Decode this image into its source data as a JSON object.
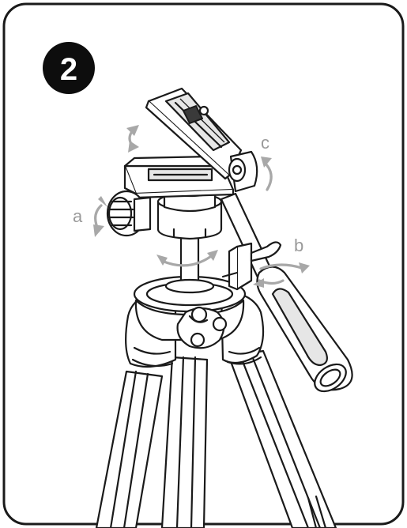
{
  "step": {
    "number": "2"
  },
  "callouts": {
    "a": "a",
    "b": "b",
    "c": "c"
  },
  "colors": {
    "frame": "#1a1a1a",
    "badge": "#0d0d0d",
    "arrow": "#a8a8a8",
    "label": "#9a9a9a"
  }
}
